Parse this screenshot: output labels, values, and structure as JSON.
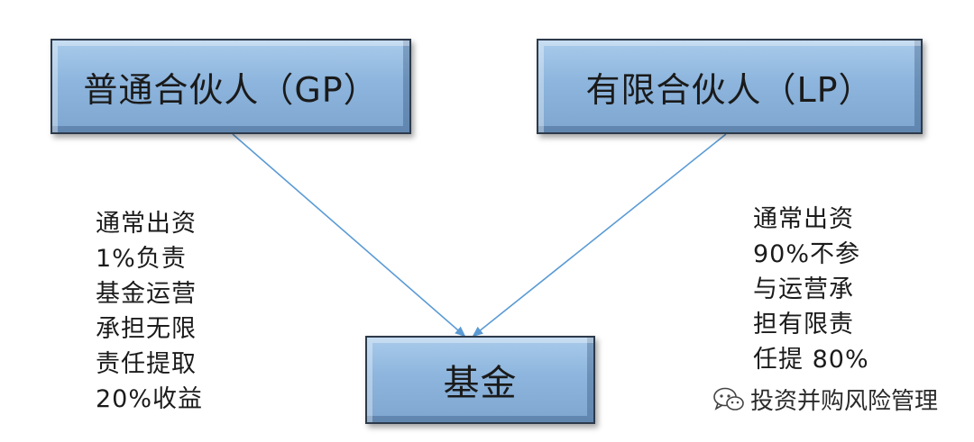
{
  "diagram": {
    "gp_box": {
      "label": "普通合伙人（GP）"
    },
    "lp_box": {
      "label": "有限合伙人（LP）"
    },
    "fund_box": {
      "label": "基金"
    },
    "gp_notes": [
      "通常出资",
      "1%负责",
      "基金运营",
      "承担无限",
      "责任提取",
      "20%收益"
    ],
    "lp_notes": [
      "通常出资",
      "90%不参",
      "与运营承",
      "担有限责",
      "任提 80%"
    ],
    "arrow_color": "#5b9bd5",
    "box_color": "#8db5dd"
  },
  "watermark": {
    "text": "投资并购风险管理",
    "icon": "wechat-icon"
  }
}
